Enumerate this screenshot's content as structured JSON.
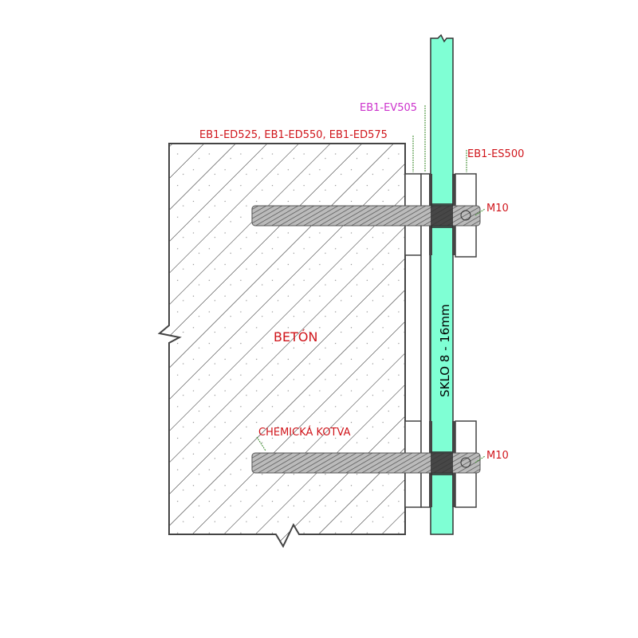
{
  "labels": {
    "ev505": "EB1-EV505",
    "ed": "EB1-ED525, EB1-ED550, EB1-ED575",
    "es500": "EB1-ES500",
    "m10_top": "M10",
    "m10_bottom": "M10",
    "concrete": "BETÓN",
    "anchor": "CHEMICKÁ KOTVA",
    "glass": "SKLO  8 - 16mm"
  },
  "colors": {
    "glass": "#7fffd4",
    "label": "#d0151b",
    "label_ev": "#cc33cc",
    "leader": "#3a8a2a",
    "gasket": "#444444"
  }
}
